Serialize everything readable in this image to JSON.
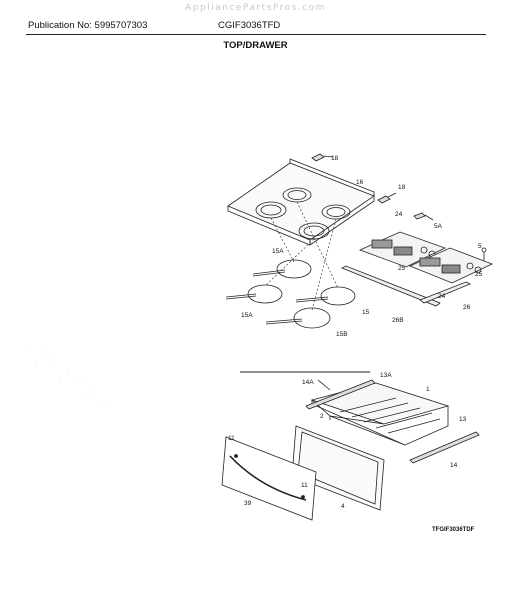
{
  "watermark": "AppliancePartsPros.com",
  "header": {
    "publication": "Publication No: 5995707303",
    "model": "CGIF3036TFD",
    "section_title": "TOP/DRAWER"
  },
  "callouts": {
    "c18a": "18",
    "c16": "16",
    "c18b": "18",
    "c24": "24",
    "c5a": "5A",
    "c5": "5",
    "c15a_top": "15A",
    "c25a": "25",
    "c25b": "25",
    "c24b": "24",
    "c26": "26",
    "c26b": "26B",
    "c15": "15",
    "c15a_bot": "15A",
    "c15b": "15B",
    "c13a": "13A",
    "c14a": "14A",
    "c1": "1",
    "c2": "2",
    "c13": "13",
    "c11a": "11",
    "c14": "14",
    "c11b": "11",
    "c39": "39",
    "c4": "4"
  },
  "diagram_code": "TFGIF3036TDF"
}
